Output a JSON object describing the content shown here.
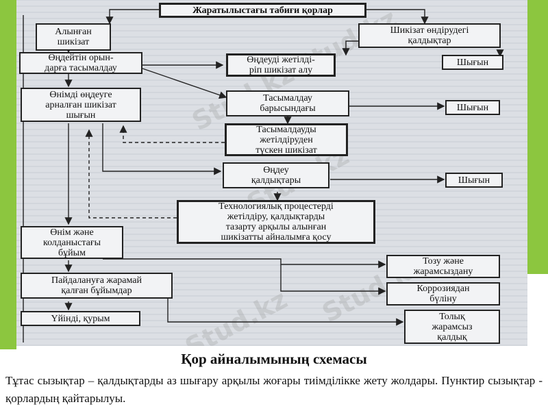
{
  "colors": {
    "accent": "#8cc63f",
    "scan_bg": "#dcdfe4",
    "line": "#222222"
  },
  "diagram": {
    "boxes": [
      {
        "id": "top",
        "text": "Жаратылыстағы табиғи қорлар"
      },
      {
        "id": "alyngan",
        "text": "Алынған\nшикізат"
      },
      {
        "id": "shikizat_ondir",
        "text": "Шикізат өндірудегі\nқалдықтар"
      },
      {
        "id": "ondeitin",
        "text": "Өңдейтін орын-\nдарға тасымалдау"
      },
      {
        "id": "ondeudi",
        "text": "Өңдеуді жетілді-\nріп шикізат алу"
      },
      {
        "id": "shygyn1",
        "text": "Шығын"
      },
      {
        "id": "onimdi",
        "text": "Өнімді өңдеуге\nарналған шикізат\nшығын"
      },
      {
        "id": "tasymaldau_bar",
        "text": "Тасымалдау\nбарысындағы"
      },
      {
        "id": "shygyn2",
        "text": "Шығын"
      },
      {
        "id": "tasymaldaudy",
        "text": "Тасымалдауды\nжетілдіруден\nтүскен шикізат"
      },
      {
        "id": "ondeu_kaldyk",
        "text": "Өңдеу\nқалдықтары"
      },
      {
        "id": "shygyn3",
        "text": "Шығын"
      },
      {
        "id": "tehnolog",
        "text": "Технологиялық процестерді\nжетілдіру, қалдықтарды\nтазарту арқылы алынған\nшикізатты айналымға қосу"
      },
      {
        "id": "onim_zhane",
        "text": "Өнім және\nколданыстағы\nбұйым"
      },
      {
        "id": "tozu",
        "text": "Тозу және\nжарамсыздану"
      },
      {
        "id": "paidalan",
        "text": "Пайдалануға жарамай\nқалған бұйымдар"
      },
      {
        "id": "korroz",
        "text": "Коррозиядан\nбүліну"
      },
      {
        "id": "uindi",
        "text": "Үйінді, қурым"
      },
      {
        "id": "tolyk",
        "text": "Толық\nжарамсыз\nқалдық"
      }
    ],
    "watermark": "Stud.kz"
  },
  "caption": "Қор айналымының схемасы",
  "description": "Тұтас сызықтар – қалдықтарды аз шығару арқылы жоғары тиімділікке жету жолдары. Пунктир сызықтар - қорлардың қайтарылуы."
}
